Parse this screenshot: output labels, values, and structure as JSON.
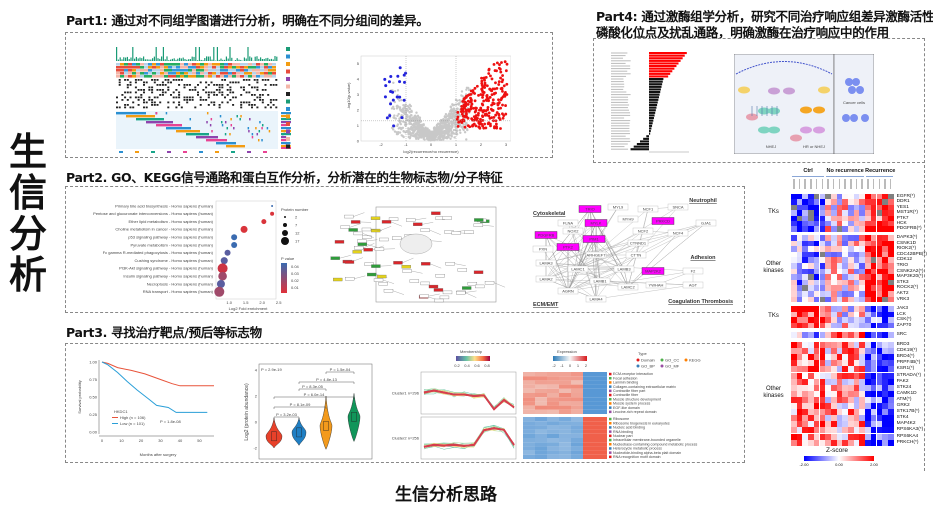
{
  "side_title": "生信分析",
  "bottom_title": "生信分析思路",
  "part1": {
    "title": "Part1: 通过对不同组学图谱进行分析，明确在不同分组间的差异。",
    "volcano": {
      "xlabel": "log2(recurrence/no recurrence)",
      "ylabel": "-log10(p-value)",
      "xticks": [
        "-2",
        "-1",
        "0",
        "1",
        "2",
        "3"
      ],
      "yticks": [
        "0",
        "1",
        "2",
        "3",
        "4",
        "5"
      ]
    }
  },
  "part2": {
    "title": "Part2. GO、KEGG信号通路和蛋白互作分析，分析潜在的生物标志物/分子特征",
    "enrichment": {
      "pathways": [
        "Primary bile acid biosynthesis - Homo sapiens (human)",
        "Pentose and glucuronate interconversions - Homo sapiens (human)",
        "Ether lipid metabolism - Homo sapiens (human)",
        "Choline metabolism in cancer - Homo sapiens (human)",
        "p53 signaling pathway - Homo sapiens (human)",
        "Pyruvate metabolism - Homo sapiens (human)",
        "Fc gamma R-mediated phagocytosis - Homo sapiens (human)",
        "Cushing syndrome - Homo sapiens (human)",
        "PI3K-Akt signaling pathway - Homo sapiens (human)",
        "Insulin signaling pathway - Homo sapiens (human)",
        "Necroptosis - Homo sapiens (human)",
        "RNA transport - Homo sapiens (human)"
      ],
      "xlabel": "Log2 Fold enrichment",
      "xticks": [
        "1.0",
        "1.5",
        "2.0",
        "2.5"
      ],
      "size_legend": {
        "title": "Protein number",
        "values": [
          "2",
          "7",
          "12",
          "17"
        ]
      },
      "color_legend": {
        "title": "P value",
        "values": [
          "0.04",
          "0.03",
          "0.02",
          "0.01"
        ]
      }
    },
    "network": {
      "groups": [
        "Cytoskeletal",
        "Neutrophil",
        "Adhesion",
        "ECM/EMT",
        "Coagulation Thrombosis"
      ],
      "highlight_nodes": [
        "TRIO",
        "MYLK",
        "PDGFRB",
        "PIM1",
        "PTK2",
        "PRKCD",
        "MAP2K2"
      ],
      "nodes": [
        "MYL9",
        "FLNA",
        "MYH9",
        "NOX2",
        "PXN",
        "ARHGEF7",
        "CTTN",
        "CTNND1",
        "NCF1",
        "NCF2",
        "NCF4",
        "SNCA",
        "GJA1",
        "LAMA3",
        "LAMA2",
        "LAMC1",
        "LAMB3",
        "LAMB1",
        "LAMC2",
        "AGRN",
        "LAMA4",
        "YWHAH",
        "F2",
        "AGT"
      ]
    }
  },
  "part3": {
    "title": "Part3. 寻找治疗靶点/预后等标志物",
    "km": {
      "ylabel": "Survival probability",
      "xlabel": "Months after surgery",
      "yticks": [
        "1.00",
        "0.75",
        "0.50",
        "0.25",
        "0.00"
      ],
      "xticks": [
        "0",
        "10",
        "20",
        "30",
        "40",
        "50",
        "60"
      ],
      "legend_title": "HKDC1",
      "high": "High (n = 106)",
      "low": "Low (n = 101)",
      "pvalue": "P = 1.8e-08",
      "colors": {
        "high": "#e8533a",
        "low": "#2a9fd8"
      }
    },
    "violin": {
      "ylabel": "Log2 (protein abundance)",
      "yticks": [
        "4",
        "2",
        "0",
        "-2"
      ],
      "pvalues": [
        "P = 2.9e-19",
        "P = 1.5e-04",
        "P = 4.8e-13",
        "P = 8.3e-05",
        "P = 6.0e-14",
        "P = 8.1e-09",
        "P = 3.2e-03"
      ],
      "colors": [
        "#e8412a",
        "#1f7fc4",
        "#f39a1c",
        "#11955a"
      ]
    },
    "cluster": {
      "membership_title": "Membership",
      "membership_ticks": [
        "0.2",
        "0.4",
        "0.6",
        "0.8"
      ],
      "clusters": [
        "Cluster1 n=296",
        "Cluster2 n=256"
      ],
      "expression_title": "Expression",
      "expression_ticks": [
        "-2",
        "-1",
        "0",
        "1",
        "2"
      ],
      "type_title": "Type",
      "types": [
        "Domain",
        "GO_CC",
        "KEGG",
        "GO_BP",
        "GO_MF"
      ],
      "terms1": [
        "ECM-receptor interaction",
        "Focal adhesion",
        "Laminin binding",
        "Collagen-containing extracellular matrix",
        "Contractile fiber part",
        "Contractile fiber",
        "Muscle structure development",
        "Muscle system process",
        "EGF-like domain",
        "Leucine-rich repeat domain"
      ],
      "terms2": [
        "Ribosome",
        "Ribosome biogenesis in eukaryotes",
        "Nucleic acid binding",
        "RNA binding",
        "Nuclear part",
        "Intracellular membrane-bounded organelle",
        "Nucleobase-containing compound metabolic process",
        "Heterocycle metabolic process",
        "Nucleotide-binding alpha-beta plait domain",
        "RNA recognition motif domain"
      ]
    }
  },
  "part4": {
    "title_line1": "Part4: 通过激酶组学分析，研究不同治疗响应组差异激酶活性、",
    "title_line2": "磷酸化位点及扰乱通路，明确激酶在治疗响应中的作用",
    "diagram": {
      "labels": [
        "Cancer cells",
        "NHEJ",
        "HR or NHEJ"
      ]
    }
  },
  "heatmap": {
    "col_groups": [
      "Ctrl",
      "No recurrence",
      "Recurrence"
    ],
    "row_groups": [
      {
        "label": "TKs",
        "genes": [
          "EGFR(*)",
          "DDR1",
          "YES1",
          "MST1R(*)",
          "PTK7",
          "HCK",
          "PDGFRB(*)"
        ]
      },
      {
        "label": "Other kinases",
        "genes": [
          "DAPK3(*)",
          "CSNK1D",
          "RIOK2(*)",
          "CDC42BPB(*)",
          "CDK12",
          "TRIO",
          "CSNK2A2(*)",
          "MAP3K20(*)",
          "STK3",
          "ROCK2(*)",
          "AKT2",
          "VRK3"
        ]
      },
      {
        "label": "TKs",
        "genes": [
          "JAK3",
          "LCK",
          "CSK(*)",
          "ZAP70"
        ]
      },
      {
        "label": "",
        "genes": [
          "SRC"
        ]
      },
      {
        "label": "Other kinases",
        "genes": [
          "BRD3",
          "CDK19(*)",
          "BRD4(*)",
          "PRPF4B(*)",
          "KSR1(*)",
          "STRADA(*)",
          "PAK2",
          "STK24",
          "CAMK1D",
          "ATM(*)",
          "GRK2",
          "STK17B(*)",
          "STK4",
          "MAP4K2",
          "RPS6KA3(*)",
          "RPS6KA4",
          "PRKCH(*)"
        ]
      }
    ],
    "legend_title": "Z-score",
    "legend_ticks": [
      "-2.00",
      "0.00",
      "2.00"
    ],
    "colors": {
      "low": "#0000ff",
      "mid": "#ffffff",
      "high": "#ff0000",
      "na": "#808080"
    }
  }
}
